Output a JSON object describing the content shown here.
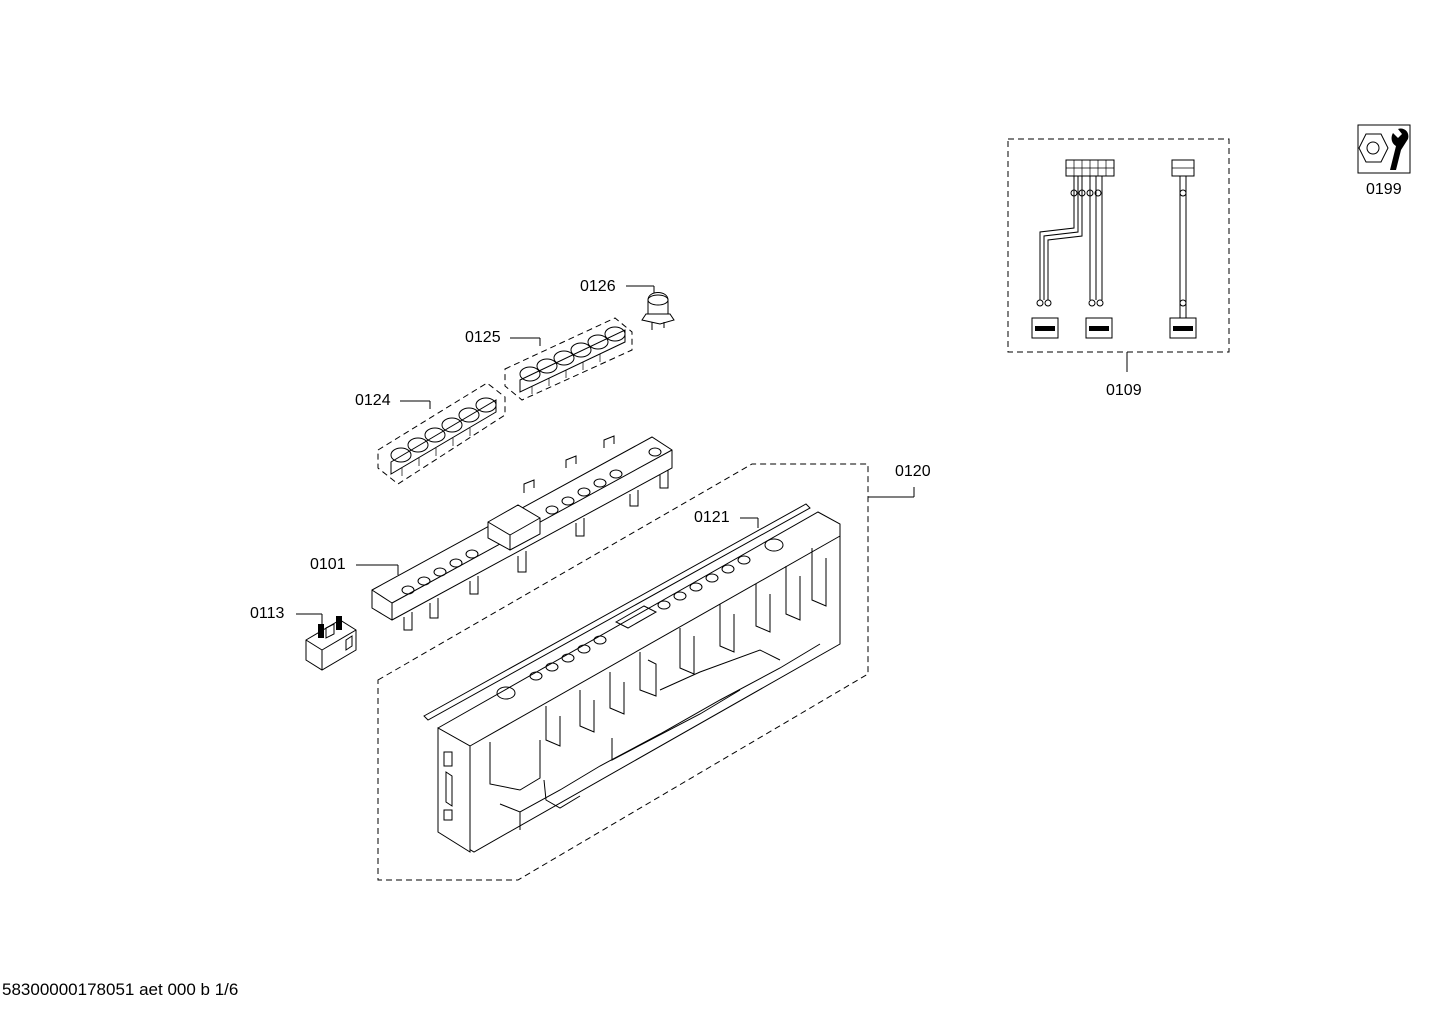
{
  "parts": {
    "p0199": "0199",
    "p0109": "0109",
    "p0126": "0126",
    "p0125": "0125",
    "p0124": "0124",
    "p0120": "0120",
    "p0121": "0121",
    "p0101": "0101",
    "p0113": "0113"
  },
  "footer": {
    "drawing_id": "58300000178051 aet 000 b 1/6"
  },
  "icons": {
    "service": "wrench-nut-icon"
  }
}
